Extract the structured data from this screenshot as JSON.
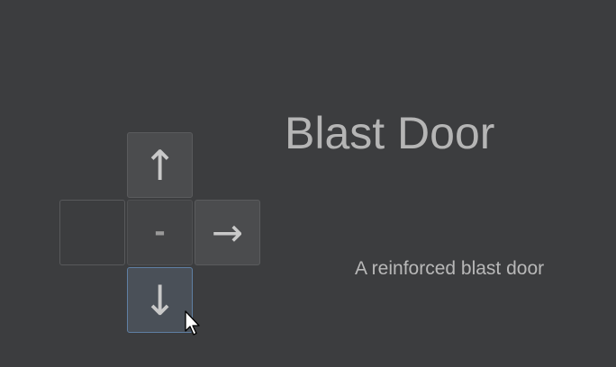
{
  "dpad": {
    "up_glyph": "↑",
    "left_glyph": "",
    "center_glyph": "-",
    "right_glyph": "→",
    "down_glyph": "↓",
    "up_icon": "arrow-up-icon",
    "right_icon": "arrow-right-icon",
    "down_icon": "arrow-down-icon",
    "hovered_button": "down"
  },
  "detail": {
    "title": "Blast Door",
    "description": "A reinforced blast door"
  },
  "colors": {
    "background": "#3c3d3f",
    "button_bg": "#4b4c4e",
    "hover_border": "#5f7fa3",
    "text": "#b5b5b5"
  },
  "cursor_icon": "mouse-pointer-icon"
}
